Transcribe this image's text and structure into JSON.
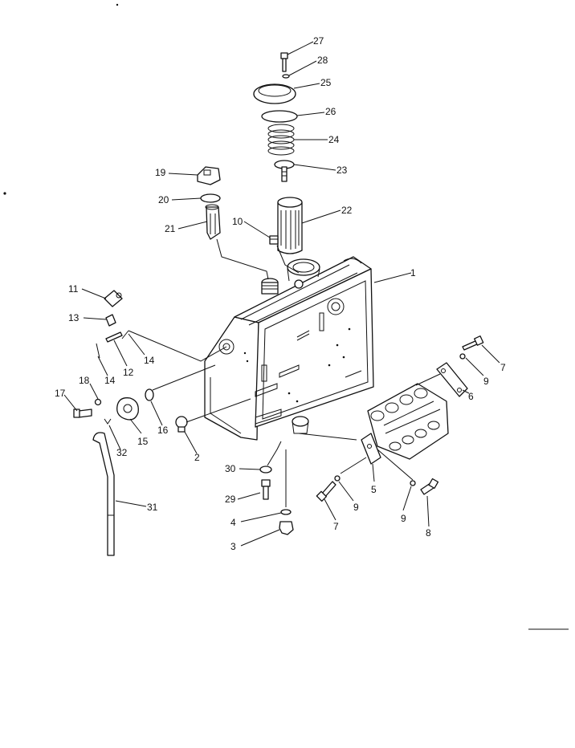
{
  "diagram": {
    "callouts": [
      "1",
      "2",
      "3",
      "4",
      "5",
      "6",
      "7",
      "7",
      "8",
      "9",
      "9",
      "9",
      "10",
      "11",
      "12",
      "13",
      "14",
      "14",
      "15",
      "16",
      "17",
      "18",
      "19",
      "20",
      "21",
      "22",
      "23",
      "24",
      "25",
      "26",
      "27",
      "28",
      "29",
      "30",
      "31",
      "32"
    ],
    "components": [
      "tank",
      "drain-plug",
      "nut",
      "o-ring",
      "valve-bracket",
      "gasket",
      "bolt",
      "bolt",
      "bolt",
      "washer",
      "washer",
      "washer",
      "plug",
      "clip",
      "pin",
      "clip",
      "rod",
      "rod",
      "cover-flange",
      "o-ring",
      "bolt",
      "washer",
      "cap",
      "packing",
      "strainer",
      "filter-element",
      "valve",
      "spring",
      "cover",
      "o-ring",
      "bolt",
      "washer",
      "bolt",
      "washer",
      "hose",
      "clip"
    ]
  }
}
